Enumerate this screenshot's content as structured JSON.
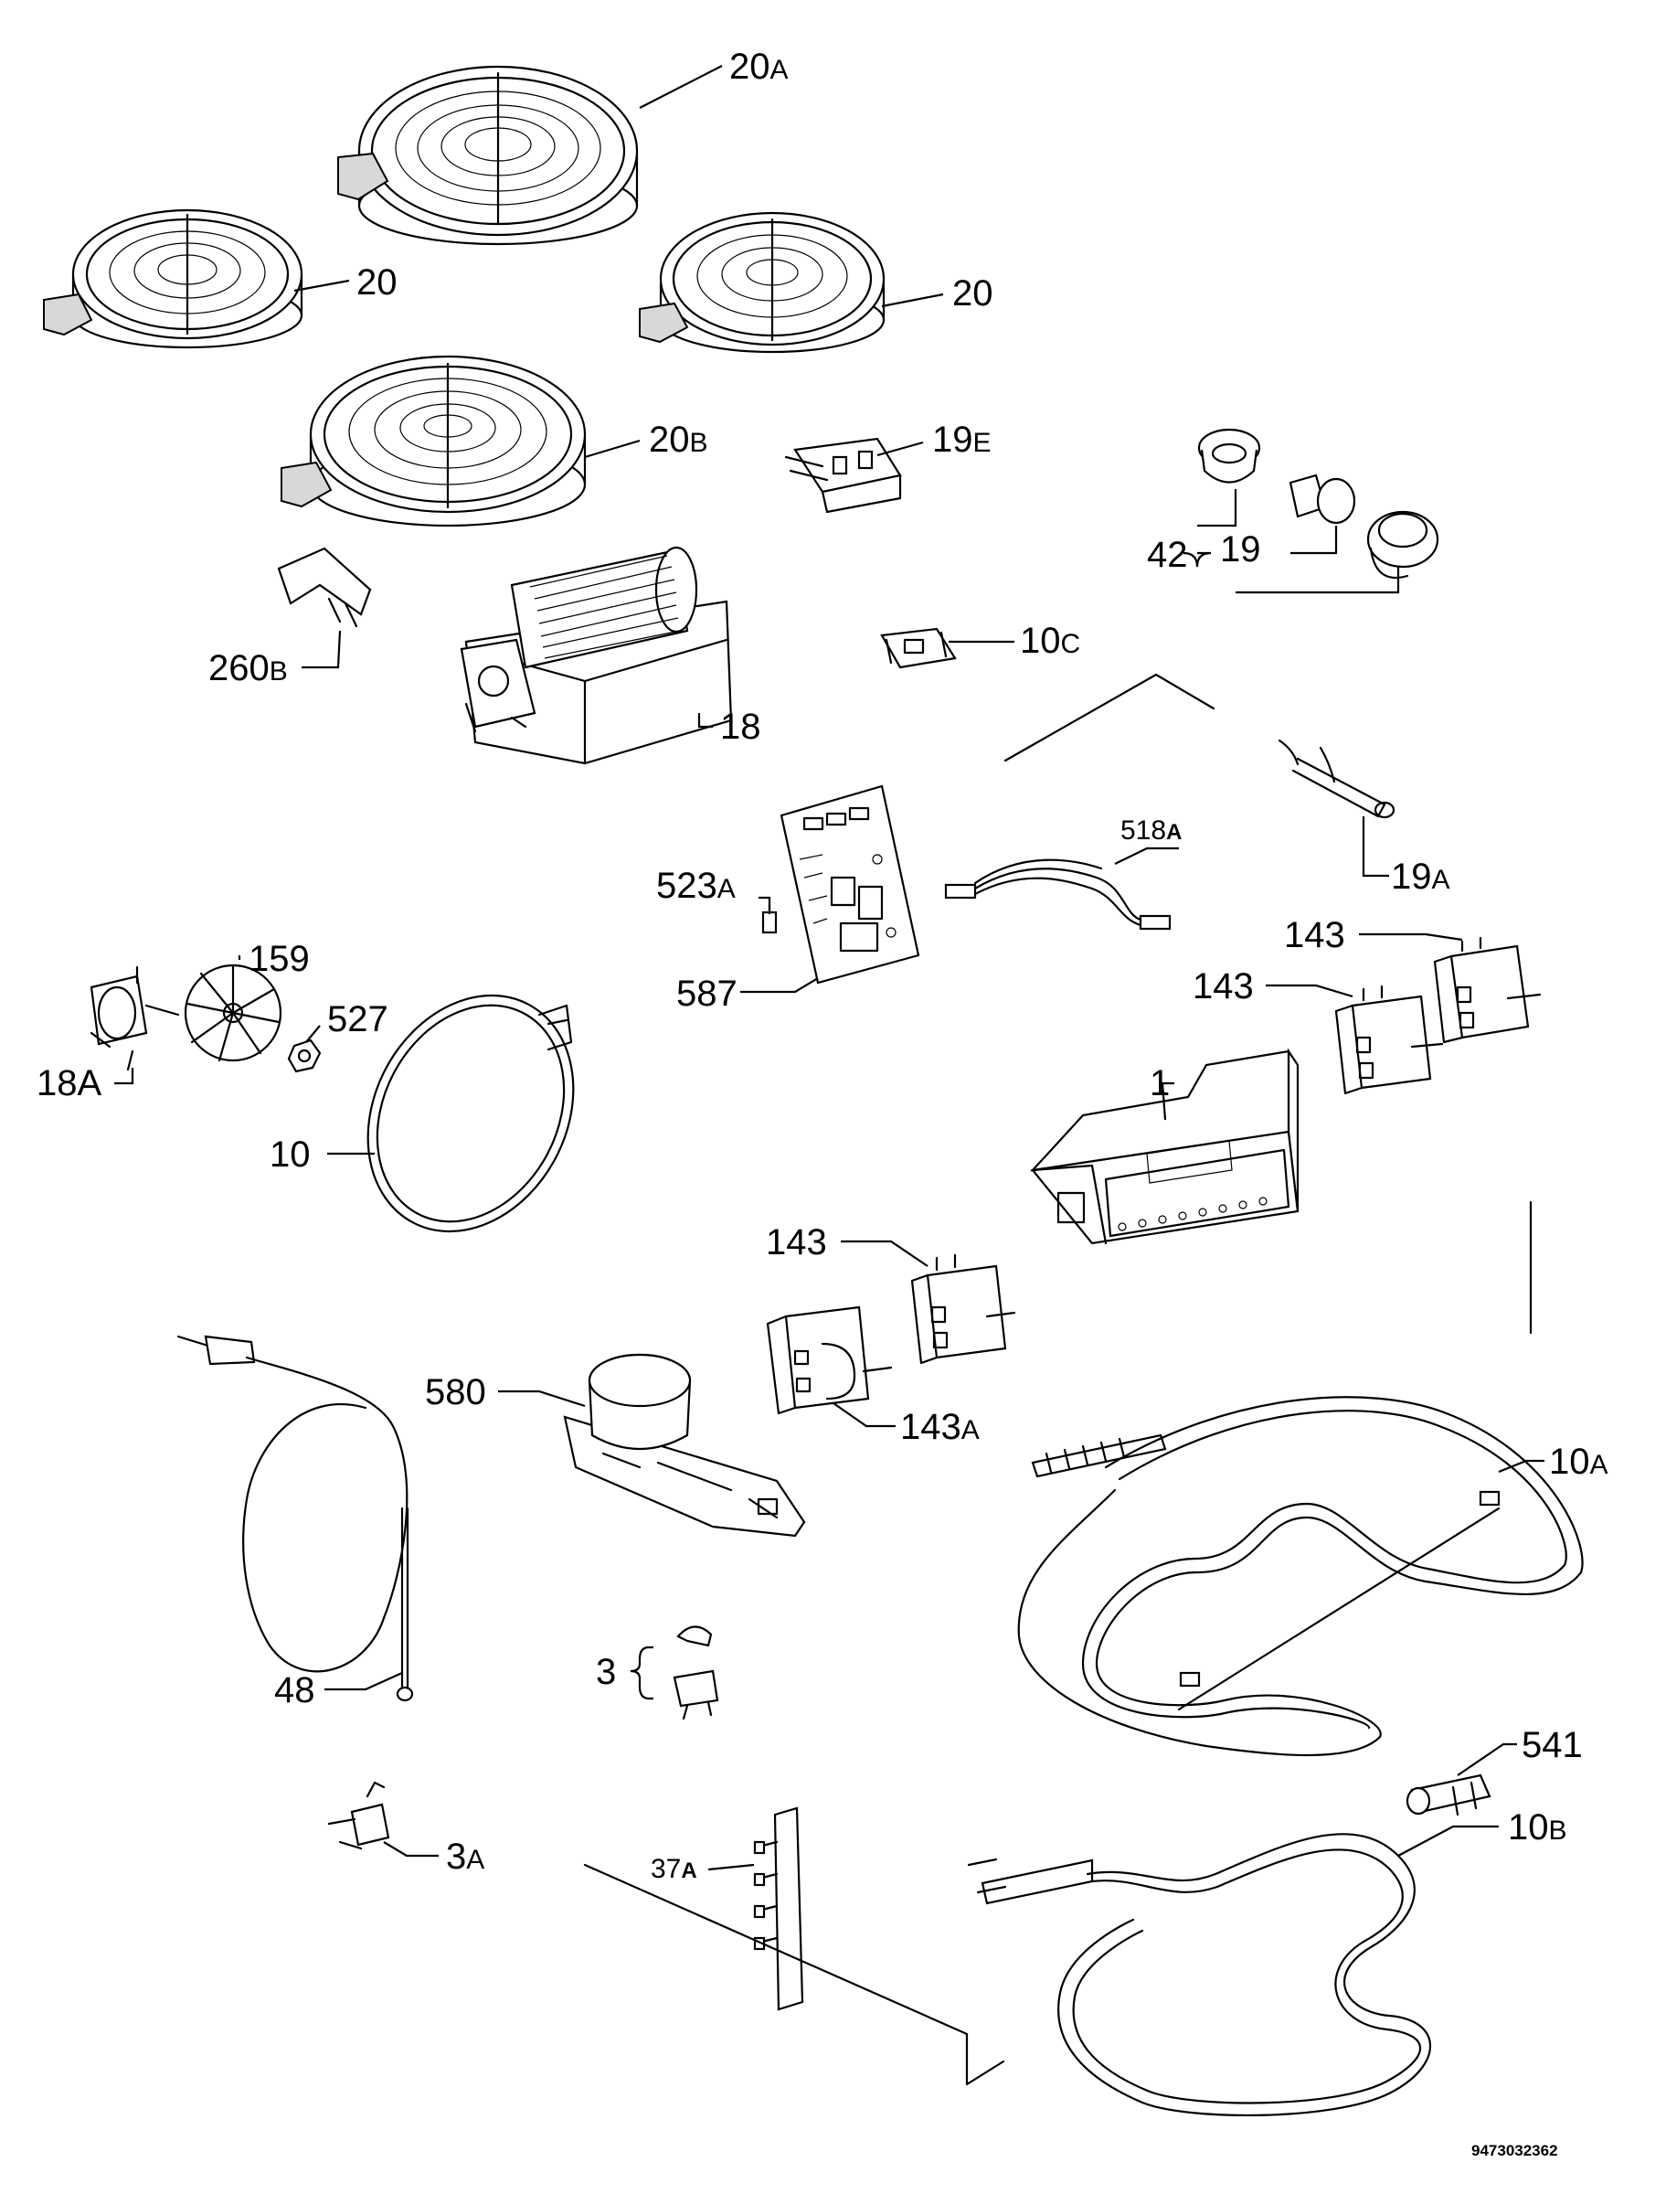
{
  "document_code": "9473032362",
  "labels": [
    {
      "id": "l20a",
      "main": "20",
      "suffix": "A"
    },
    {
      "id": "l20left",
      "main": "20",
      "suffix": ""
    },
    {
      "id": "l20right",
      "main": "20",
      "suffix": ""
    },
    {
      "id": "l20b",
      "main": "20",
      "suffix": "B"
    },
    {
      "id": "l19e",
      "main": "19",
      "suffix": "E"
    },
    {
      "id": "l42",
      "main": "42",
      "suffix": ""
    },
    {
      "id": "l19",
      "main": "19",
      "suffix": ""
    },
    {
      "id": "l260b",
      "main": "260",
      "suffix": "B"
    },
    {
      "id": "l10c",
      "main": "10",
      "suffix": "C"
    },
    {
      "id": "l18",
      "main": "18",
      "suffix": ""
    },
    {
      "id": "l518a",
      "main": "518",
      "suffix": "A"
    },
    {
      "id": "l19a",
      "main": "19",
      "suffix": "A"
    },
    {
      "id": "l523a",
      "main": "523",
      "suffix": "A"
    },
    {
      "id": "l587",
      "main": "587",
      "suffix": ""
    },
    {
      "id": "l159",
      "main": "159",
      "suffix": ""
    },
    {
      "id": "l143a1",
      "main": "143",
      "suffix": ""
    },
    {
      "id": "l143b",
      "main": "143",
      "suffix": ""
    },
    {
      "id": "l527",
      "main": "527",
      "suffix": ""
    },
    {
      "id": "l18a",
      "main": "18",
      "suffix": "A"
    },
    {
      "id": "l1",
      "main": "1",
      "suffix": ""
    },
    {
      "id": "l10",
      "main": "10",
      "suffix": ""
    },
    {
      "id": "l143c",
      "main": "143",
      "suffix": ""
    },
    {
      "id": "l580",
      "main": "580",
      "suffix": ""
    },
    {
      "id": "l143a",
      "main": "143",
      "suffix": "A"
    },
    {
      "id": "l10a",
      "main": "10",
      "suffix": "A"
    },
    {
      "id": "l48",
      "main": "48",
      "suffix": ""
    },
    {
      "id": "l3",
      "main": "3",
      "suffix": ""
    },
    {
      "id": "l541",
      "main": "541",
      "suffix": ""
    },
    {
      "id": "l3a",
      "main": "3",
      "suffix": "A"
    },
    {
      "id": "l37a",
      "main": "37",
      "suffix": "A"
    },
    {
      "id": "l10b",
      "main": "10",
      "suffix": "B"
    }
  ]
}
